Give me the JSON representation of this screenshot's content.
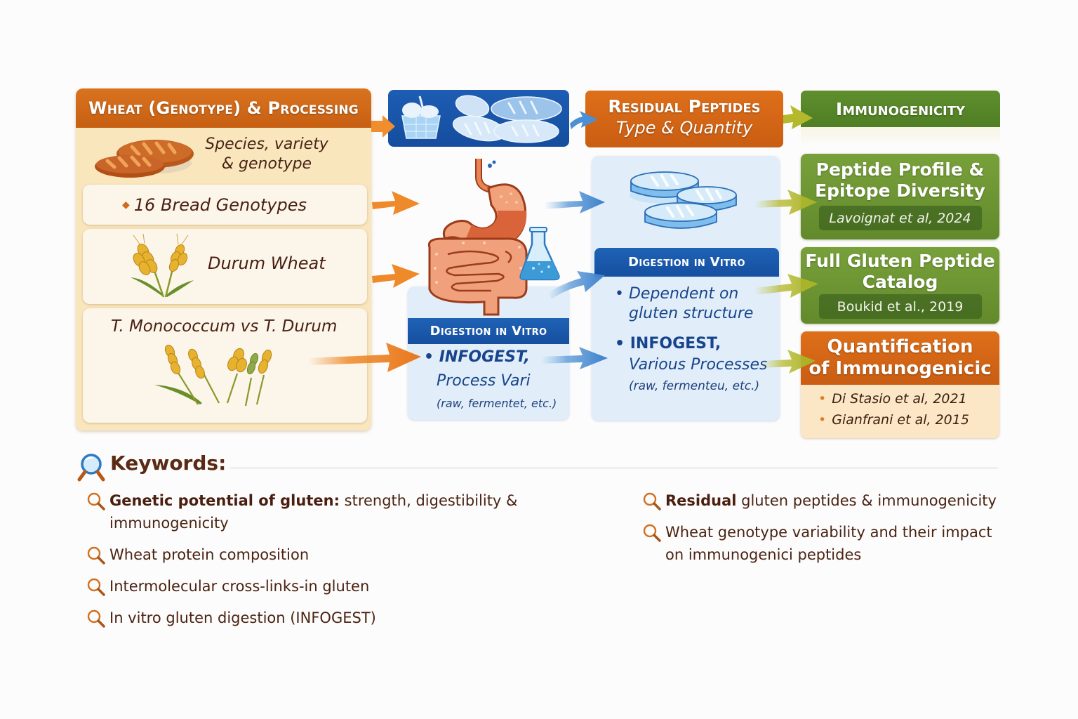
{
  "wheat": {
    "header": "Wheat (Genotype) & Processing",
    "species_line1": "Species, variety",
    "species_line2": "& genotype",
    "cards": [
      {
        "label": "16 Bread Genotypes"
      },
      {
        "label": "Durum Wheat"
      },
      {
        "label": "T. Monococcum vs T. Durum"
      }
    ]
  },
  "digestion_left": {
    "header": "Digestion in Vitro",
    "line1": "INFOGEST,",
    "line2": "Process Vari",
    "line3": "(raw, fermentet, etc.)"
  },
  "residual": {
    "title": "Residual Peptides",
    "subtitle": "Type & Quantity"
  },
  "digestion_right": {
    "header": "Digestion in Vitro",
    "bullet1_line1": "Dependent on",
    "bullet1_line2": "gluten structure",
    "bullet2_line1": "INFOGEST,",
    "bullet2_line2": "Various Processes",
    "bullet2_line3": "(raw, fermenteu, etc.)"
  },
  "immunogenicity": {
    "header": "Immunogenicity",
    "cards": [
      {
        "title_line1": "Peptide Profile &",
        "title_line2": "Epitope Diversity",
        "reference": "Lavoignat et al, 2024"
      },
      {
        "title_line1": "Full Gluten Peptide",
        "title_line2": "Catalog",
        "reference": "Boukid et al., 2019"
      }
    ],
    "quant": {
      "title_line1": "Quantification",
      "title_line2": "of Immunogenicic",
      "references": [
        "Di Stasio et al, 2021",
        "Gianfrani et al, 2015"
      ]
    }
  },
  "keywords": {
    "title": "Keywords:",
    "left": [
      {
        "bold": "Genetic potential of gluten:",
        "text": " strength, digestibility & immunogenicity"
      },
      {
        "bold": "",
        "text": "Wheat protein composition"
      },
      {
        "bold": "",
        "text": "Intermolecular cross-links-in gluten"
      },
      {
        "bold": "",
        "text": "In vitro gluten digestion (INFOGEST)"
      }
    ],
    "right": [
      {
        "bold": "Residual",
        "text": " gluten peptides & immunogenicity"
      },
      {
        "bold": "",
        "text": "Wheat genotype variability and their impact",
        "text2": "on immunogenici peptides"
      }
    ]
  },
  "colors": {
    "orange": "#d0661a",
    "blue": "#1a57a8",
    "green": "#6a952f",
    "brown_text": "#4a2312"
  }
}
